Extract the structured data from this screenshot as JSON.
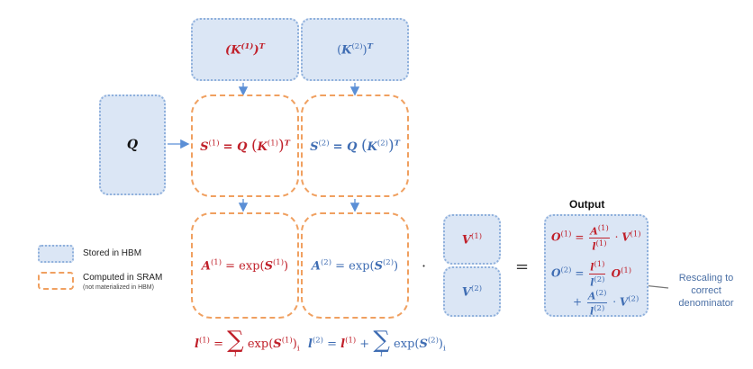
{
  "blocks": {
    "k1_t": {
      "base": "K",
      "sup": "(1)",
      "outer_sup": "T"
    },
    "k2_t": {
      "base": "K",
      "sup": "(2)",
      "outer_sup": "T"
    },
    "q": {
      "label": "Q"
    },
    "v1": {
      "base": "V",
      "sup": "(1)"
    },
    "v2": {
      "base": "V",
      "sup": "(2)"
    }
  },
  "formulas": {
    "s1": {
      "lhs": "S",
      "sup": "(1)",
      "eq": "= Q ",
      "k": "K",
      "ksup": "(1)",
      "t": "T"
    },
    "s2": {
      "lhs": "S",
      "sup": "(2)",
      "eq": "= Q ",
      "k": "K",
      "ksup": "(2)",
      "t": "T"
    },
    "a1": {
      "lhs": "A",
      "sup": "(1)",
      "eq": " = exp(",
      "arg": "S",
      "argsup": "(1)",
      "close": ")"
    },
    "a2": {
      "lhs": "A",
      "sup": "(2)",
      "eq": " = exp(",
      "arg": "S",
      "argsup": "(2)",
      "close": ")"
    },
    "l1": {
      "lhs": "l",
      "sup": "(1)",
      "eq": " = ",
      "sum": "∑",
      "idx": "i",
      "body": " exp(",
      "arg": "S",
      "argsup": "(1)",
      "close": ")",
      "sub": "i"
    },
    "l2": {
      "lhs": "l",
      "sup": "(2)",
      "eq": " = ",
      "mid": "l",
      "midsup": "(1)",
      "plus": " + ",
      "sum": "∑",
      "idx": "i",
      "body": " exp(",
      "arg": "S",
      "argsup": "(2)",
      "close": ")",
      "sub": "i"
    },
    "dot": "·",
    "equals": "="
  },
  "output": {
    "title": "Output",
    "o1": {
      "lhs": "O",
      "sup": "(1)",
      "eq": " = ",
      "num": "A",
      "numsup": "(1)",
      "den": "l",
      "densup": "(1)",
      "dot": " · ",
      "v": "V",
      "vsup": "(1)"
    },
    "o2": {
      "lhs": "O",
      "sup": "(2)",
      "eq": " = ",
      "num": "l",
      "numsup": "(1)",
      "den": "l",
      "densup": "(2)",
      "o": " O",
      "osup": "(1)"
    },
    "o2b": {
      "plus": "+ ",
      "num": "A",
      "numsup": "(2)",
      "den": "l",
      "densup": "(2)",
      "dot": " · ",
      "v": "V",
      "vsup": "(2)"
    }
  },
  "annotation": {
    "line1": "Rescaling to",
    "line2": "correct",
    "line3": "denominator"
  },
  "legend": {
    "hbm_label": "Stored in HBM",
    "sram_label": "Computed in SRAM",
    "sram_sub": "(not materialized in HBM)"
  },
  "colors": {
    "red": "#c0202a",
    "blue": "#3f6db3",
    "hbm_fill": "#dbe6f5",
    "sram_border": "#f0a060",
    "arrow": "#5b8fd6"
  }
}
